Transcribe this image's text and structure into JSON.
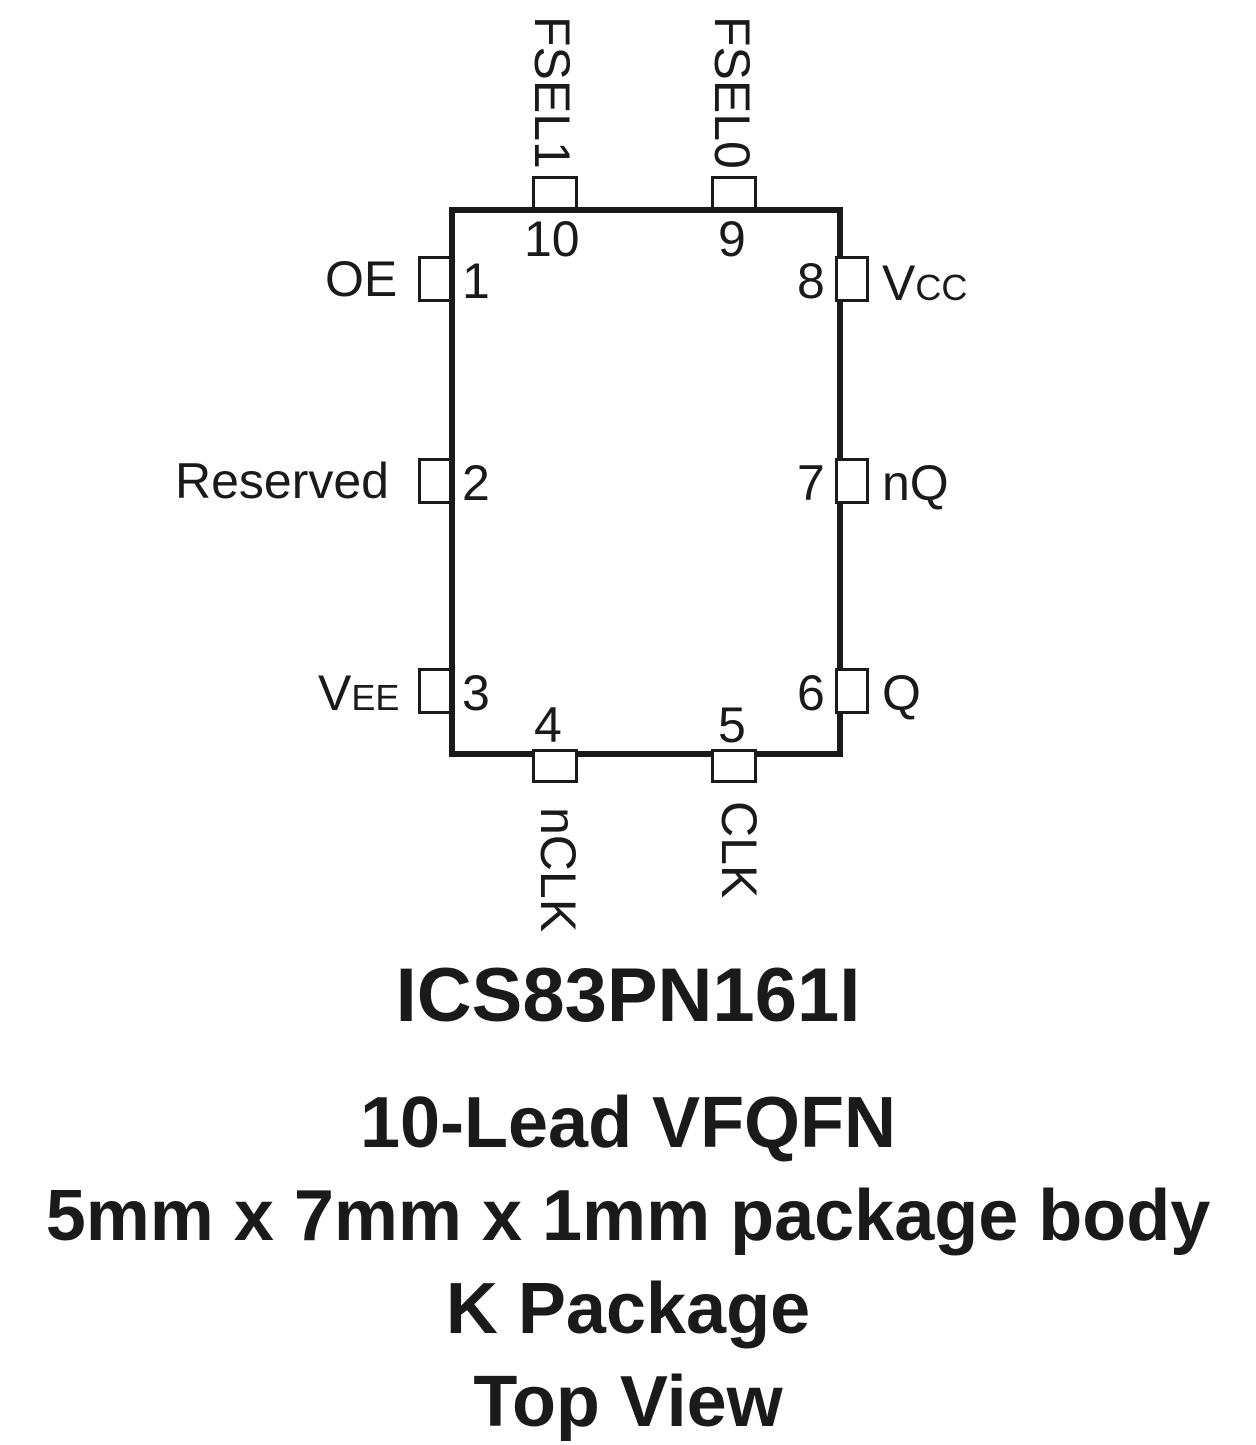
{
  "pins": {
    "p1": {
      "num": "1",
      "signal": "OE"
    },
    "p2": {
      "num": "2",
      "signal": "Reserved"
    },
    "p3": {
      "num": "3",
      "signal_main": "V",
      "signal_sub": "EE"
    },
    "p4": {
      "num": "4",
      "signal": "nCLK"
    },
    "p5": {
      "num": "5",
      "signal": "CLK"
    },
    "p6": {
      "num": "6",
      "signal": "Q"
    },
    "p7": {
      "num": "7",
      "signal": "nQ"
    },
    "p8": {
      "num": "8",
      "signal_main": "V",
      "signal_sub": "CC"
    },
    "p9": {
      "num": "9",
      "signal": "FSEL0"
    },
    "p10": {
      "num": "10",
      "signal": "FSEL1"
    }
  },
  "caption": {
    "part_number": "ICS83PN161I",
    "lines": [
      "10-Lead VFQFN",
      "5mm x 7mm x 1mm package body",
      "K Package",
      "Top View"
    ]
  }
}
